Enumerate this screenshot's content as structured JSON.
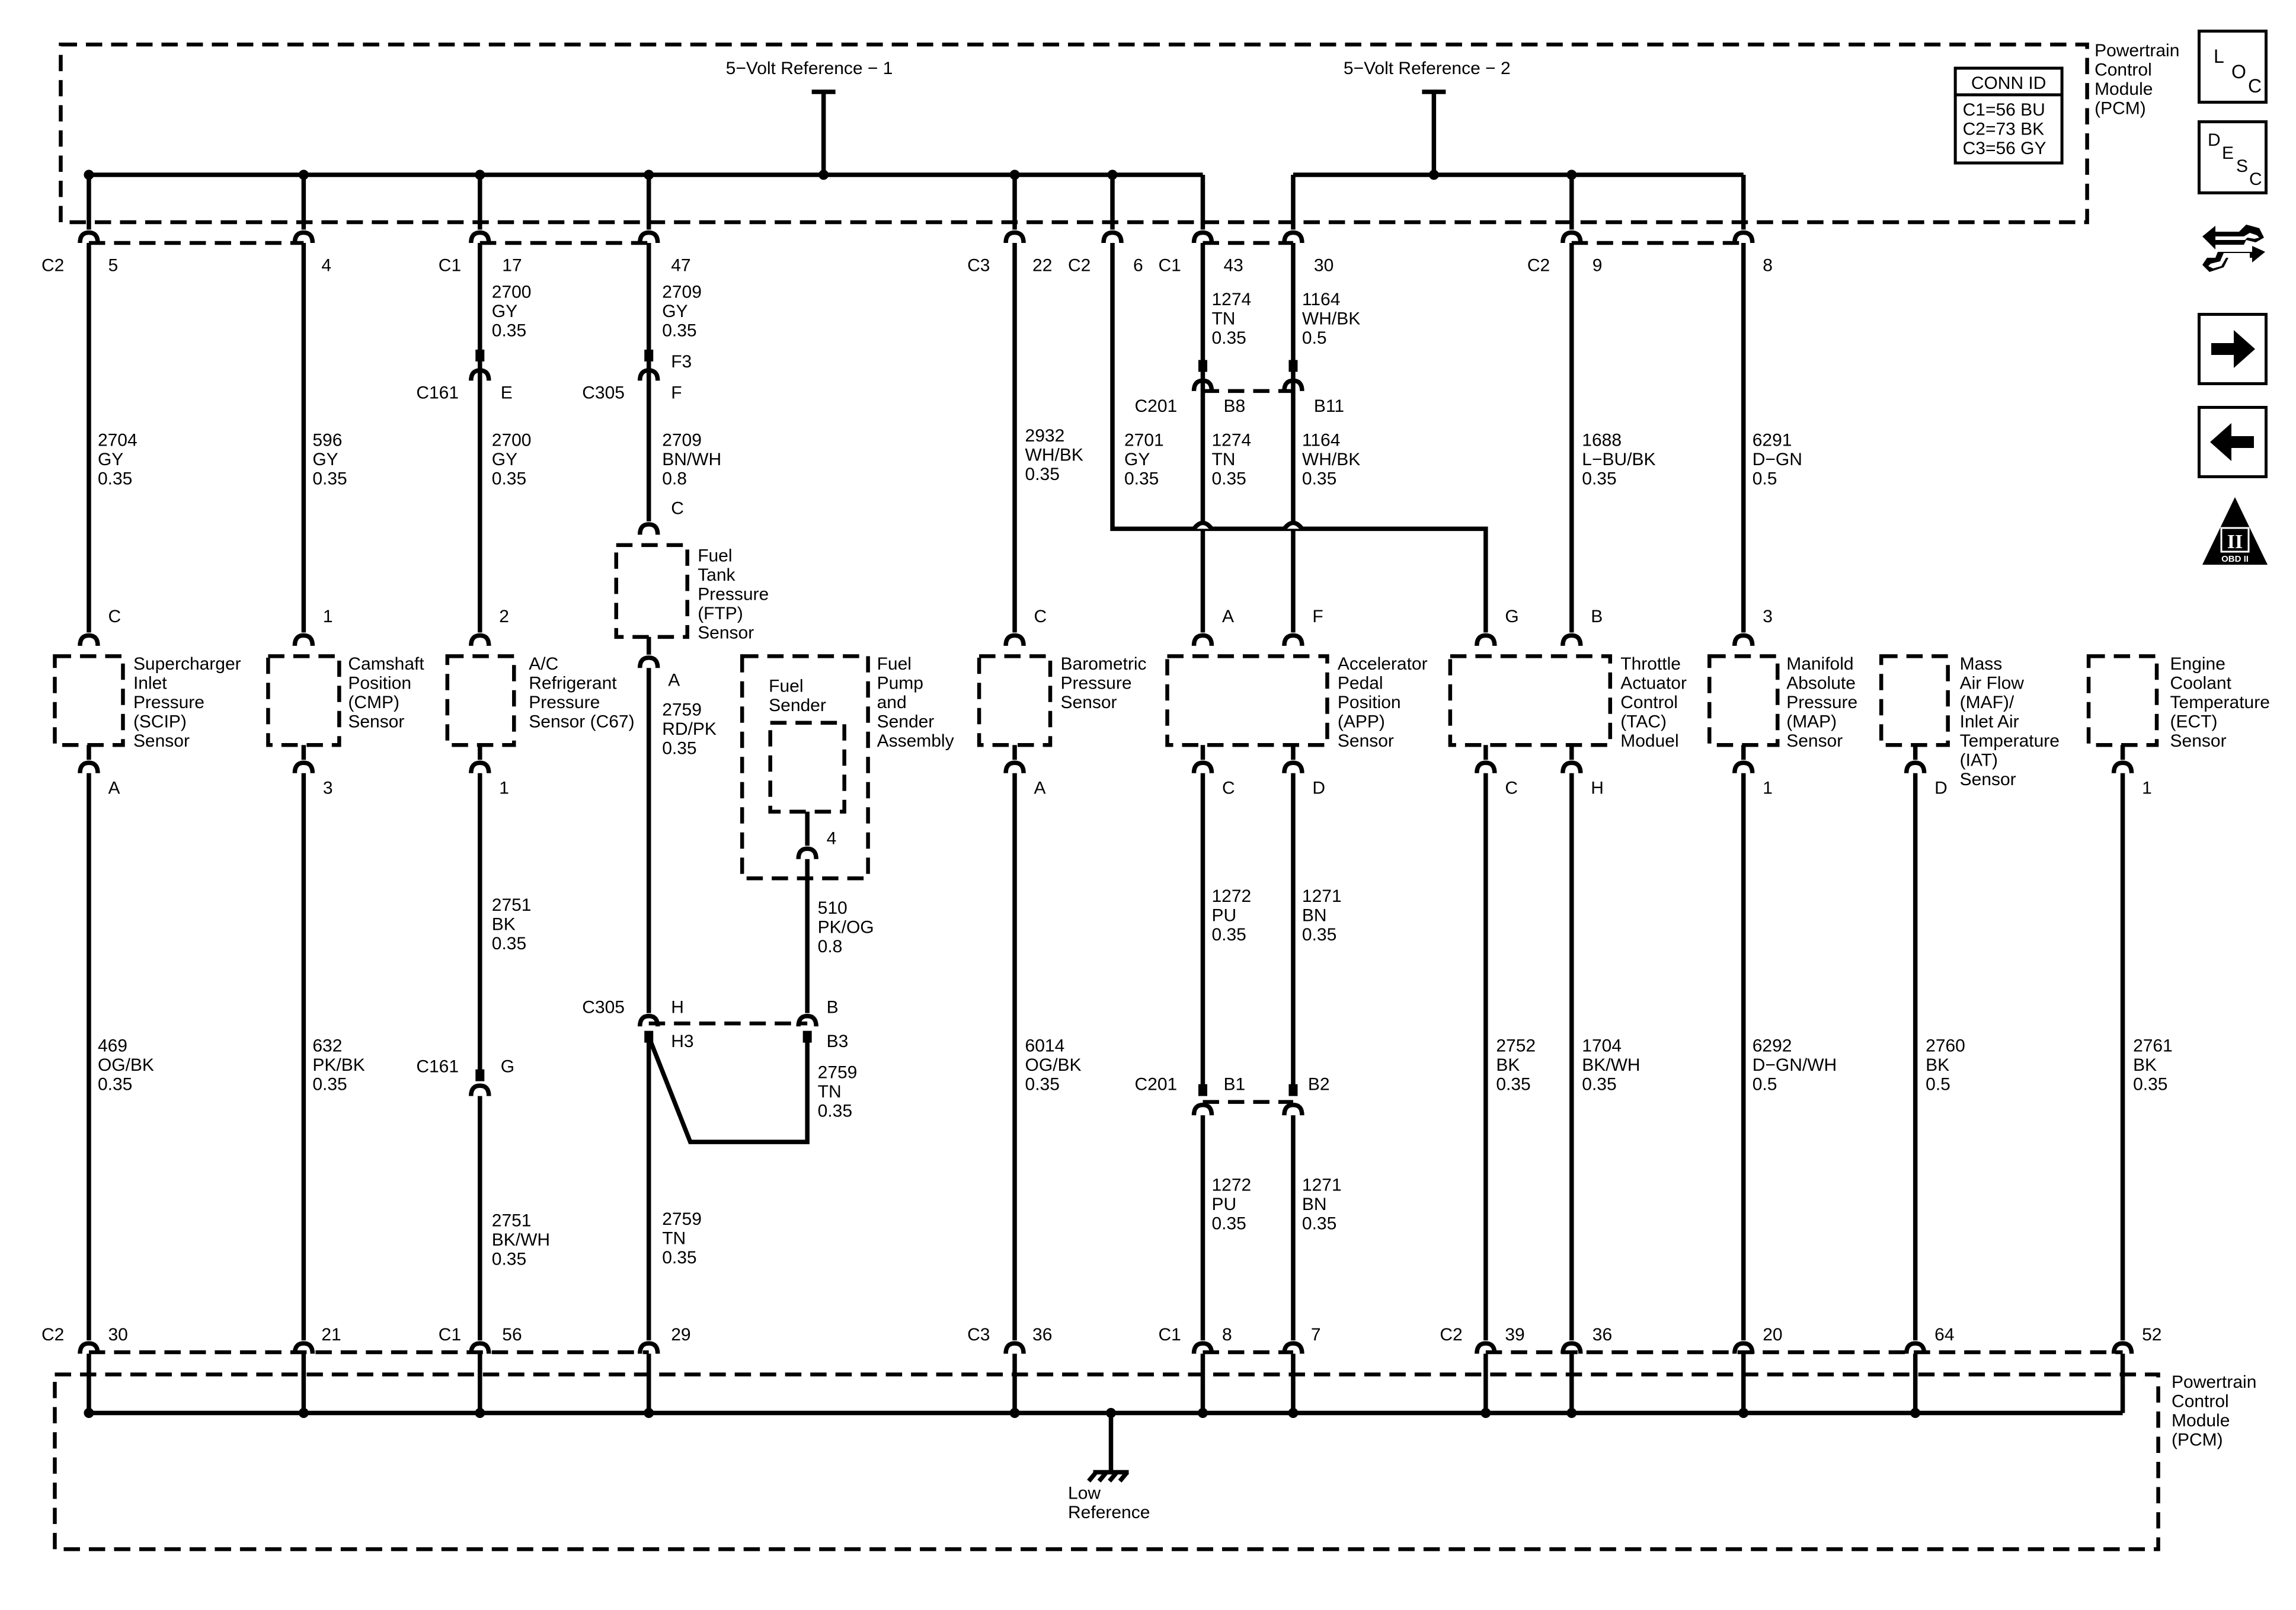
{
  "pcm_top": {
    "label": [
      "Powertrain",
      "Control",
      "Module",
      "(PCM)"
    ],
    "ref1": "5−Volt Reference − 1",
    "ref2": "5−Volt Reference − 2"
  },
  "pcm_bottom": {
    "label": [
      "Powertrain",
      "Control",
      "Module",
      "(PCM)"
    ],
    "ground": [
      "Low",
      "Reference"
    ]
  },
  "conn_id": {
    "header": "CONN ID",
    "lines": [
      "C1=56 BU",
      "C2=73 BK",
      "C3=56 GY"
    ]
  },
  "nav": {
    "loc": [
      "L",
      "O",
      "C"
    ],
    "desc": [
      "D",
      "E",
      "S",
      "C"
    ],
    "obd": [
      "II",
      "OBD II"
    ]
  },
  "components": [
    {
      "id": "scip",
      "name": [
        "Supercharger",
        "Inlet",
        "Pressure",
        "(SCIP)",
        "Sensor"
      ]
    },
    {
      "id": "cmp",
      "name": [
        "Camshaft",
        "Position",
        "(CMP)",
        "Sensor"
      ]
    },
    {
      "id": "ac",
      "name": [
        "A/C",
        "Refrigerant",
        "Pressure",
        "Sensor (C67)"
      ]
    },
    {
      "id": "ftp",
      "name": [
        "Fuel",
        "Tank",
        "Pressure",
        "(FTP)",
        "Sensor"
      ]
    },
    {
      "id": "fuel-pump",
      "name": [
        "Fuel",
        "Pump",
        "and",
        "Sender",
        "Assembly"
      ]
    },
    {
      "id": "fuel-sender",
      "name": [
        "Fuel",
        "Sender"
      ]
    },
    {
      "id": "baro",
      "name": [
        "Barometric",
        "Pressure",
        "Sensor"
      ]
    },
    {
      "id": "app",
      "name": [
        "Accelerator",
        "Pedal",
        "Position",
        "(APP)",
        "Sensor"
      ]
    },
    {
      "id": "tac",
      "name": [
        "Throttle",
        "Actuator",
        "Control",
        "(TAC)",
        "Moduel"
      ]
    },
    {
      "id": "map",
      "name": [
        "Manifold",
        "Absolute",
        "Pressure",
        "(MAP)",
        "Sensor"
      ]
    },
    {
      "id": "maf",
      "name": [
        "Mass",
        "Air Flow",
        "(MAF)/",
        "Inlet Air",
        "Temperature",
        "(IAT)",
        "Sensor"
      ]
    },
    {
      "id": "ect",
      "name": [
        "Engine",
        "Coolant",
        "Temperature",
        "(ECT)",
        "Sensor"
      ]
    }
  ],
  "connectors": {
    "C2": "C2",
    "C1": "C1",
    "C3": "C3",
    "C161": "C161",
    "C305": "C305",
    "C201": "C201"
  },
  "pins": {
    "p5": "5",
    "p4": "4",
    "p17": "17",
    "p47": "47",
    "p22": "22",
    "p6": "6",
    "p43": "43",
    "p30": "30",
    "p9": "9",
    "p8": "8",
    "pE": "E",
    "pF3": "F3",
    "pF": "F",
    "pB8": "B8",
    "pB11": "B11",
    "pC_ftp": "C",
    "sC_scip": "C",
    "s1_cmp": "1",
    "s2_ac": "2",
    "sC_baro": "C",
    "sA_app": "A",
    "sF_app": "F",
    "sG_tac": "G",
    "sB_tac": "B",
    "s3_map": "3",
    "sA_ftp": "A",
    "s4_sender": "4",
    "bA_scip": "A",
    "b3_cmp": "3",
    "b1_ac": "1",
    "bA_baro": "A",
    "bC_app": "C",
    "bD_app": "D",
    "bC_tac": "C",
    "bH_tac": "H",
    "b1_map": "1",
    "bD_maf": "D",
    "b1_ect": "1",
    "pG": "G",
    "pH": "H",
    "pB": "B",
    "pH3": "H3",
    "pB3": "B3",
    "pB1": "B1",
    "pB2": "B2",
    "q30": "30",
    "q21": "21",
    "q56": "56",
    "q29": "29",
    "q36": "36",
    "q8": "8",
    "q7": "7",
    "q39": "39",
    "q36b": "36",
    "q20": "20",
    "q64": "64",
    "q52": "52"
  },
  "wires": {
    "w2704": [
      "2704",
      "GY",
      "0.35"
    ],
    "w596": [
      "596",
      "GY",
      "0.35"
    ],
    "w2700a": [
      "2700",
      "GY",
      "0.35"
    ],
    "w2700b": [
      "2700",
      "GY",
      "0.35"
    ],
    "w2709a": [
      "2709",
      "GY",
      "0.35"
    ],
    "w2709b": [
      "2709",
      "BN/WH",
      "0.8"
    ],
    "w2932": [
      "2932",
      "WH/BK",
      "0.35"
    ],
    "w2701": [
      "2701",
      "GY",
      "0.35"
    ],
    "w1274a": [
      "1274",
      "TN",
      "0.35"
    ],
    "w1274b": [
      "1274",
      "TN",
      "0.35"
    ],
    "w1164a": [
      "1164",
      "WH/BK",
      "0.5"
    ],
    "w1164b": [
      "1164",
      "WH/BK",
      "0.35"
    ],
    "w1688": [
      "1688",
      "L−BU/BK",
      "0.35"
    ],
    "w6291": [
      "6291",
      "D−GN",
      "0.5"
    ],
    "w2759a": [
      "2759",
      "RD/PK",
      "0.35"
    ],
    "w510": [
      "510",
      "PK/OG",
      "0.8"
    ],
    "w2751a": [
      "2751",
      "BK",
      "0.35"
    ],
    "w2751b": [
      "2751",
      "BK/WH",
      "0.35"
    ],
    "w2759b": [
      "2759",
      "TN",
      "0.35"
    ],
    "w2759c": [
      "2759",
      "TN",
      "0.35"
    ],
    "w469": [
      "469",
      "OG/BK",
      "0.35"
    ],
    "w632": [
      "632",
      "PK/BK",
      "0.35"
    ],
    "w6014": [
      "6014",
      "OG/BK",
      "0.35"
    ],
    "w1272a": [
      "1272",
      "PU",
      "0.35"
    ],
    "w1271a": [
      "1271",
      "BN",
      "0.35"
    ],
    "w1272b": [
      "1272",
      "PU",
      "0.35"
    ],
    "w1271b": [
      "1271",
      "BN",
      "0.35"
    ],
    "w2752": [
      "2752",
      "BK",
      "0.35"
    ],
    "w1704": [
      "1704",
      "BK/WH",
      "0.35"
    ],
    "w6292": [
      "6292",
      "D−GN/WH",
      "0.5"
    ],
    "w2760": [
      "2760",
      "BK",
      "0.5"
    ],
    "w2761": [
      "2761",
      "BK",
      "0.35"
    ]
  }
}
